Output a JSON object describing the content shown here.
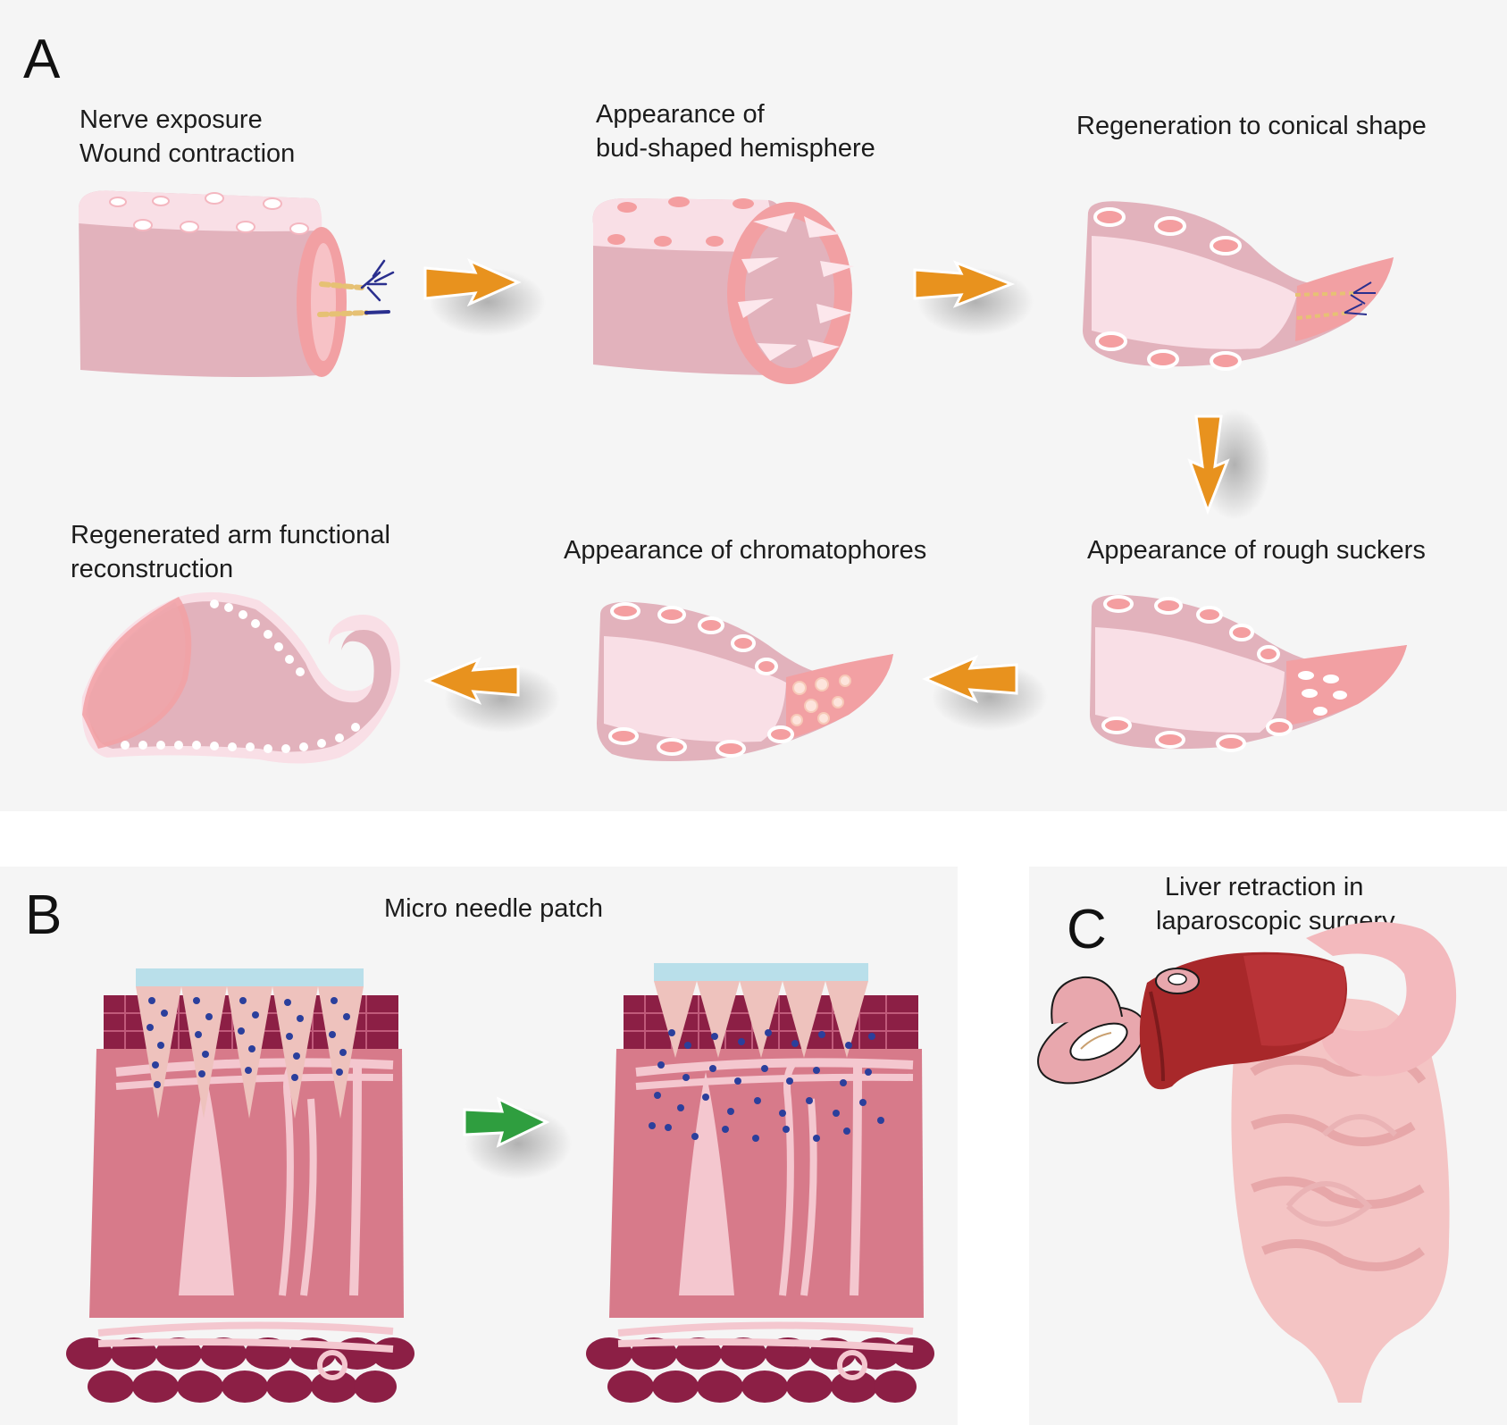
{
  "panel_a": {
    "letter": "A",
    "steps": [
      {
        "line1": "Nerve exposure",
        "line2": "Wound contraction"
      },
      {
        "line1": "Appearance of",
        "line2": "bud-shaped hemisphere"
      },
      {
        "line1": "Regeneration to conical shape",
        "line2": ""
      },
      {
        "line1": "Appearance of rough suckers",
        "line2": ""
      },
      {
        "line1": "Appearance of chromatophores",
        "line2": ""
      },
      {
        "line1": "Regenerated arm functional",
        "line2": "reconstruction"
      }
    ]
  },
  "panel_b": {
    "letter": "B",
    "title": "Micro needle patch"
  },
  "panel_c": {
    "letter": "C",
    "title_line1": "Liver retraction in",
    "title_line2": "laparoscopic surgery"
  },
  "colors": {
    "panel_bg": "#f5f5f5",
    "tissue_pink": "#e2b2bc",
    "light_pink": "#f9dfe6",
    "salmon": "#f2a0a3",
    "orange_arrow": "#e8921e",
    "green_arrow": "#2f9e3f",
    "muscle_red": "#8c1f45",
    "dermis": "#d77a8a",
    "needle_blue": "#b9dfea",
    "dot_blue": "#2b3f9c",
    "liver": "#a8282a"
  }
}
